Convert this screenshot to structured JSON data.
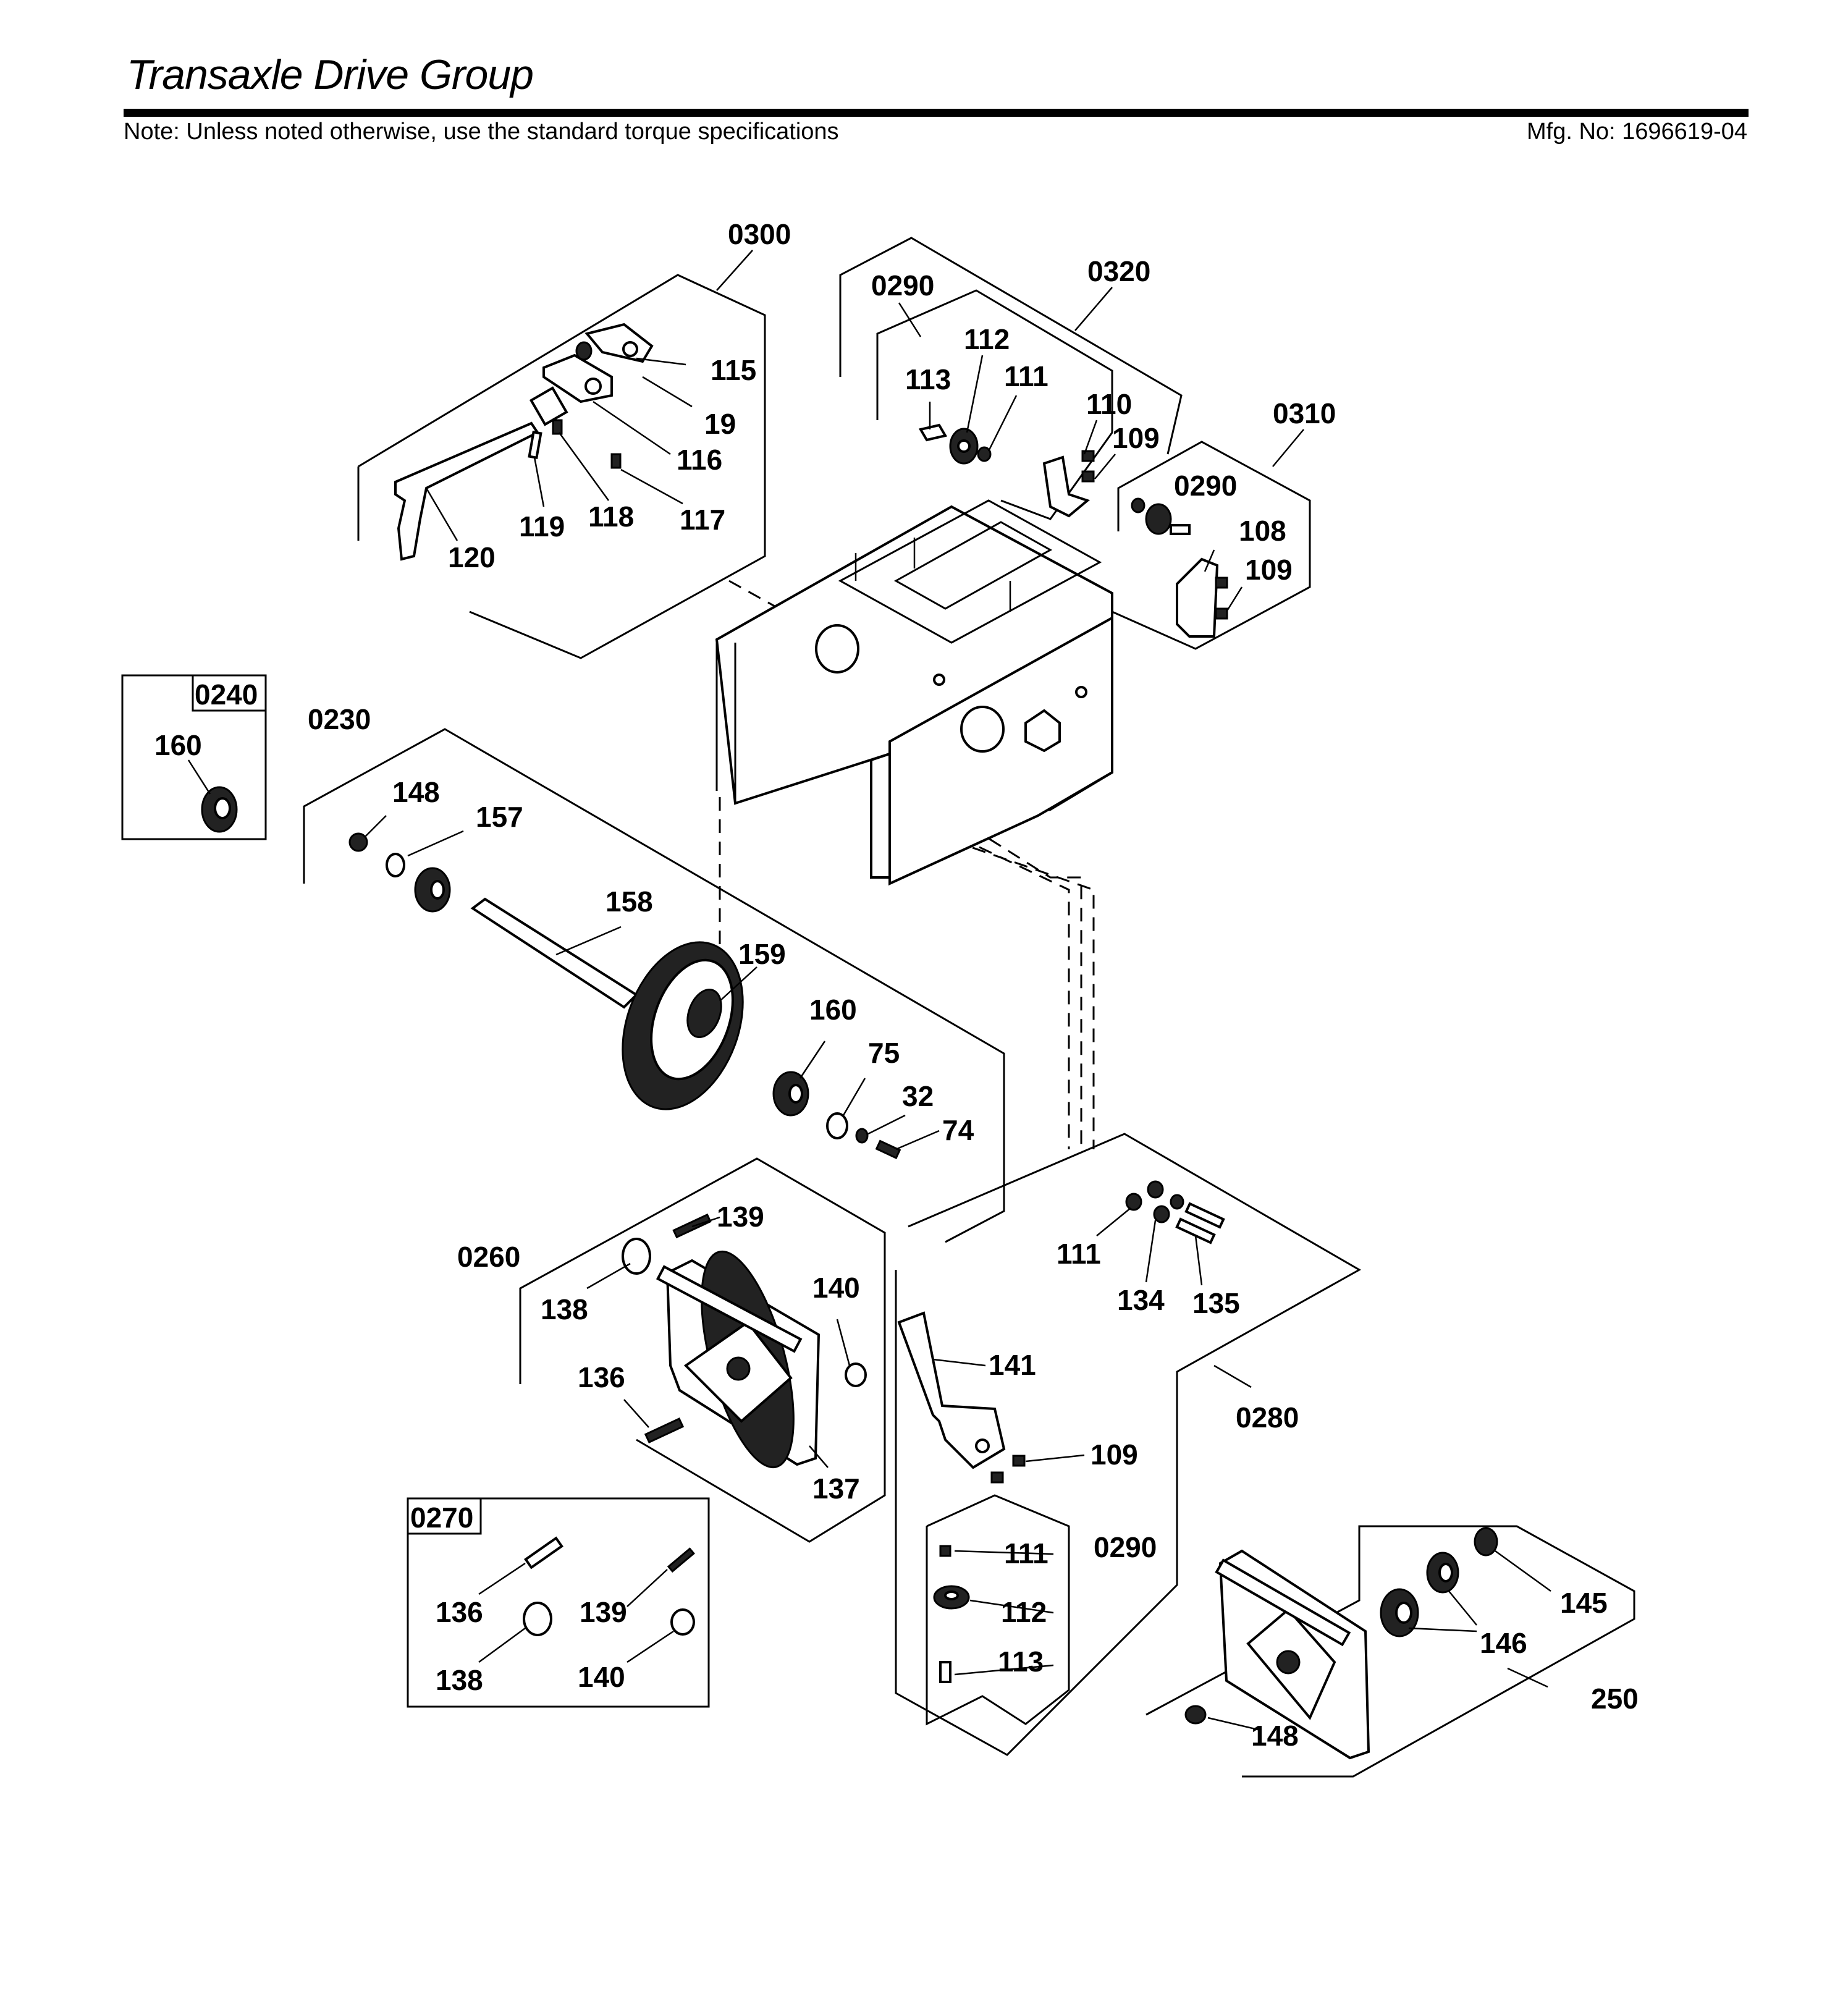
{
  "header": {
    "title": "Transaxle Drive Group",
    "note": "Note: Unless noted otherwise, use the standard torque specifications",
    "mfg_number": "Mfg. No: 1696619-04"
  },
  "callouts": {
    "g0300": "0300",
    "g0320": "0320",
    "g0290_a": "0290",
    "g0310": "0310",
    "g0290_b": "0290",
    "g0240": "0240",
    "g0230": "0230",
    "g0260": "0260",
    "g0280": "0280",
    "g0290_c": "0290",
    "g0270": "0270",
    "g250": "250",
    "p115": "115",
    "p19": "19",
    "p116": "116",
    "p117": "117",
    "p118": "118",
    "p119": "119",
    "p120": "120",
    "p112_a": "112",
    "p113_a": "113",
    "p111_a": "111",
    "p110": "110",
    "p109_a": "109",
    "p108": "108",
    "p109_b": "109",
    "p160_a": "160",
    "p148_a": "148",
    "p157": "157",
    "p158": "158",
    "p159": "159",
    "p160_b": "160",
    "p75": "75",
    "p32": "32",
    "p74": "74",
    "p139_a": "139",
    "p138_a": "138",
    "p140_a": "140",
    "p136_a": "136",
    "p137": "137",
    "p141": "141",
    "p109_c": "109",
    "p111_b": "111",
    "p134": "134",
    "p135": "135",
    "p111_c": "111",
    "p112_c": "112",
    "p113_c": "113",
    "p136_b": "136",
    "p139_b": "139",
    "p138_b": "138",
    "p140_b": "140",
    "p145": "145",
    "p146": "146",
    "p148_b": "148"
  }
}
